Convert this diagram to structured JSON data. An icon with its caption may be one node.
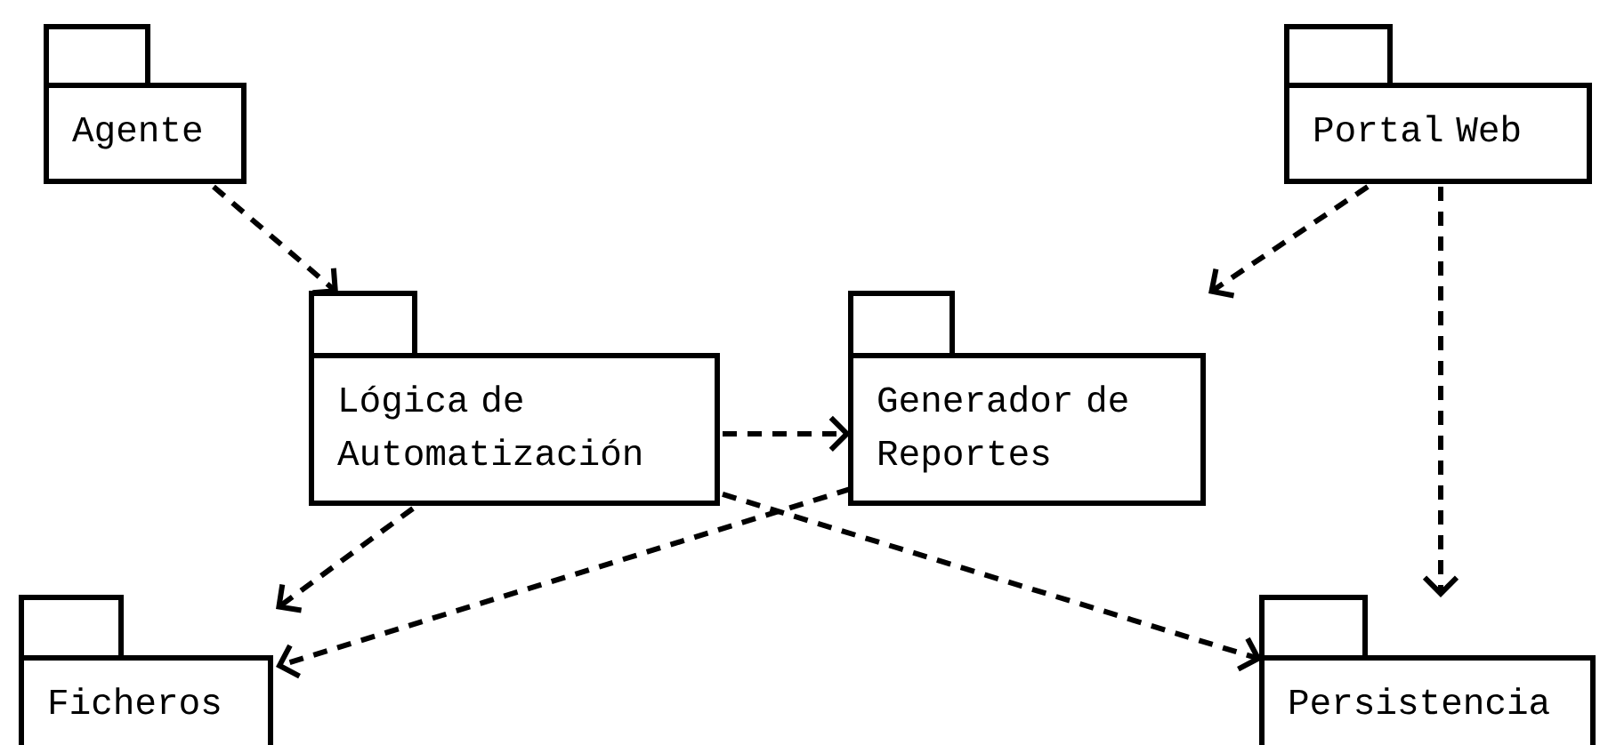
{
  "diagram": {
    "nodes": [
      {
        "text": [
          "Agente"
        ]
      },
      {
        "text": [
          "Portal Web"
        ]
      },
      {
        "text": [
          "Lógica de Automatización"
        ]
      },
      {
        "text": [
          "Generador de Reportes"
        ]
      },
      {
        "text": [
          "Ficheros"
        ]
      },
      {
        "text": [
          "Persistencia"
        ]
      }
    ],
    "edges": [
      {
        "from": 0,
        "to": 2,
        "arrow": "to",
        "style": "dashed"
      },
      {
        "from": 1,
        "to": 3,
        "arrow": "to",
        "style": "dashed"
      },
      {
        "from": 1,
        "to": 5,
        "arrow": "to",
        "style": "dashed"
      },
      {
        "from": 2,
        "to": 3,
        "arrow": "to",
        "style": "dashed"
      },
      {
        "from": 2,
        "to": 4,
        "arrow": "to",
        "style": "dashed"
      },
      {
        "from": 2,
        "to": 5,
        "arrow": "to",
        "style": "dashed"
      },
      {
        "from": 3,
        "to": 4,
        "arrow": "to",
        "style": "dashed"
      }
    ]
  }
}
